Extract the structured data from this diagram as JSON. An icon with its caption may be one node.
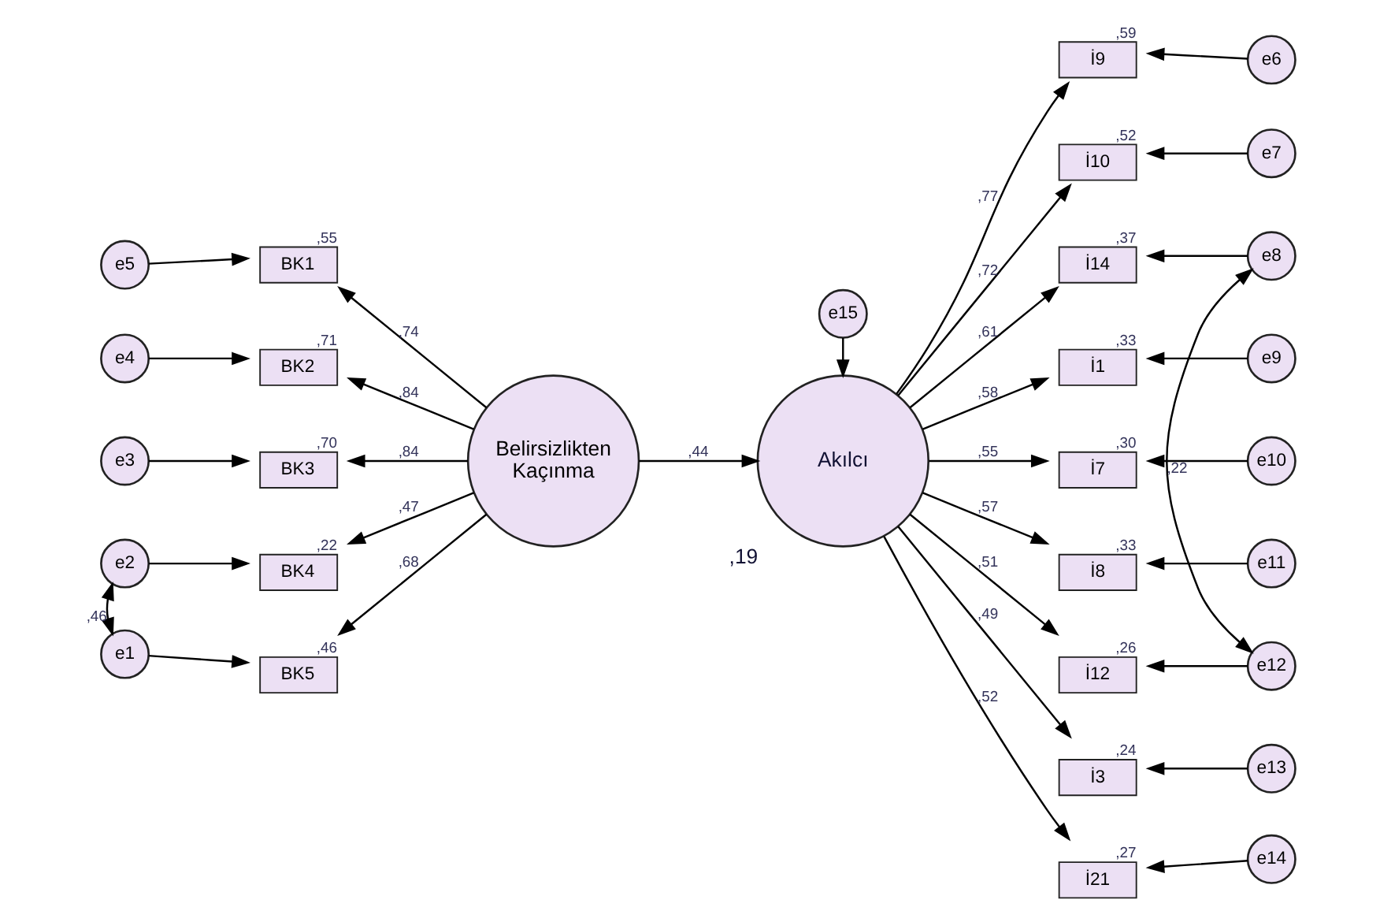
{
  "diagram": {
    "nodes": [
      {
        "text": [
          "e5"
        ]
      },
      {
        "text": [
          "BK1"
        ],
        "beside": [
          ",55"
        ]
      },
      {
        "text": [
          "e4"
        ]
      },
      {
        "text": [
          "BK2"
        ],
        "beside": [
          ",71"
        ]
      },
      {
        "text": [
          "e3"
        ]
      },
      {
        "text": [
          "BK3"
        ],
        "beside": [
          ",70"
        ]
      },
      {
        "text": [
          "e2"
        ]
      },
      {
        "text": [
          "BK4"
        ],
        "beside": [
          ",22"
        ]
      },
      {
        "text": [
          "e1"
        ]
      },
      {
        "text": [
          "BK5"
        ],
        "beside": [
          ",46"
        ]
      },
      {
        "text": [
          "Belirsizlikten Kaçınma"
        ]
      },
      {
        "text": [
          "e15"
        ]
      },
      {
        "text": [
          "Akılcı"
        ],
        "beside": [
          ",19"
        ]
      },
      {
        "text": [
          "İ9"
        ],
        "beside": [
          ",59"
        ]
      },
      {
        "text": [
          "e6"
        ]
      },
      {
        "text": [
          "İ10"
        ],
        "beside": [
          ",52"
        ]
      },
      {
        "text": [
          "e7"
        ]
      },
      {
        "text": [
          "İ14"
        ],
        "beside": [
          ",37"
        ]
      },
      {
        "text": [
          "e8"
        ]
      },
      {
        "text": [
          "İ1"
        ],
        "beside": [
          ",33"
        ]
      },
      {
        "text": [
          "e9"
        ]
      },
      {
        "text": [
          "İ7"
        ],
        "beside": [
          ",30"
        ]
      },
      {
        "text": [
          "e10"
        ]
      },
      {
        "text": [
          "İ8"
        ],
        "beside": [
          ",33"
        ]
      },
      {
        "text": [
          "e11"
        ]
      },
      {
        "text": [
          "İ12"
        ],
        "beside": [
          ",26"
        ]
      },
      {
        "text": [
          "e12"
        ]
      },
      {
        "text": [
          "İ3"
        ],
        "beside": [
          ",24"
        ]
      },
      {
        "text": [
          "e13"
        ]
      },
      {
        "text": [
          "İ21"
        ],
        "beside": [
          ",27"
        ]
      },
      {
        "text": [
          "e14"
        ]
      }
    ],
    "edges": [
      {
        "from": 0,
        "to": 1,
        "arrow": "to"
      },
      {
        "from": 2,
        "to": 3,
        "arrow": "to"
      },
      {
        "from": 4,
        "to": 5,
        "arrow": "to"
      },
      {
        "from": 6,
        "to": 7,
        "arrow": "to"
      },
      {
        "from": 8,
        "to": 9,
        "arrow": "to"
      },
      {
        "from": 6,
        "to": 8,
        "arrow": "both",
        "label": ",46"
      },
      {
        "from": 10,
        "to": 1,
        "arrow": "to",
        "label": ",74"
      },
      {
        "from": 10,
        "to": 3,
        "arrow": "to",
        "label": ",84"
      },
      {
        "from": 10,
        "to": 5,
        "arrow": "to",
        "label": ",84"
      },
      {
        "from": 10,
        "to": 7,
        "arrow": "to",
        "label": ",47"
      },
      {
        "from": 10,
        "to": 9,
        "arrow": "to",
        "label": ",68"
      },
      {
        "from": 10,
        "to": 12,
        "arrow": "to",
        "label": ",44"
      },
      {
        "from": 11,
        "to": 12,
        "arrow": "to"
      },
      {
        "from": 12,
        "to": 13,
        "arrow": "to",
        "label": ",77"
      },
      {
        "from": 12,
        "to": 15,
        "arrow": "to",
        "label": ",72"
      },
      {
        "from": 12,
        "to": 17,
        "arrow": "to",
        "label": ",61"
      },
      {
        "from": 12,
        "to": 19,
        "arrow": "to",
        "label": ",58"
      },
      {
        "from": 12,
        "to": 21,
        "arrow": "to",
        "label": ",55"
      },
      {
        "from": 12,
        "to": 23,
        "arrow": "to",
        "label": ",57"
      },
      {
        "from": 12,
        "to": 25,
        "arrow": "to",
        "label": ",51"
      },
      {
        "from": 12,
        "to": 27,
        "arrow": "to",
        "label": ",49"
      },
      {
        "from": 12,
        "to": 29,
        "arrow": "to",
        "label": ",52"
      },
      {
        "from": 14,
        "to": 13,
        "arrow": "to"
      },
      {
        "from": 16,
        "to": 15,
        "arrow": "to"
      },
      {
        "from": 18,
        "to": 17,
        "arrow": "to"
      },
      {
        "from": 20,
        "to": 19,
        "arrow": "to"
      },
      {
        "from": 22,
        "to": 21,
        "arrow": "to"
      },
      {
        "from": 24,
        "to": 23,
        "arrow": "to"
      },
      {
        "from": 26,
        "to": 25,
        "arrow": "to"
      },
      {
        "from": 28,
        "to": 27,
        "arrow": "to"
      },
      {
        "from": 30,
        "to": 29,
        "arrow": "to"
      },
      {
        "from": 18,
        "to": 26,
        "arrow": "both",
        "label": ",22"
      }
    ]
  }
}
